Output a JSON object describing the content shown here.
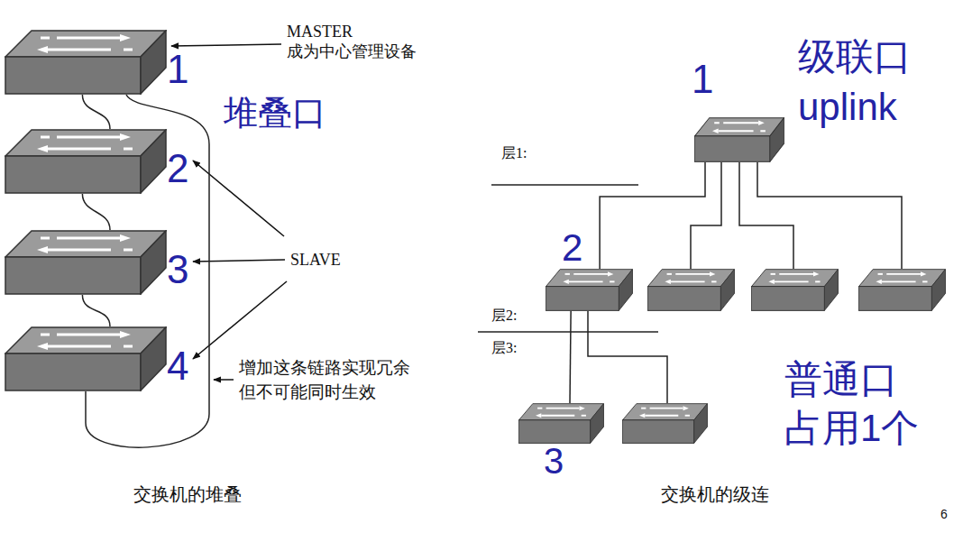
{
  "diagram": {
    "nodes": [
      {
        "text": [
          "1"
        ]
      },
      {
        "text": [
          "2"
        ]
      },
      {
        "text": [
          "3"
        ]
      },
      {
        "text": [
          "4"
        ]
      },
      {
        "text": [
          "1"
        ]
      },
      {
        "text": [
          "2"
        ]
      },
      {
        "text": [
          "3"
        ]
      }
    ],
    "edges": [
      {
        "from": 0,
        "to": 1,
        "arrow": "none"
      },
      {
        "from": 1,
        "to": 2,
        "arrow": "none"
      },
      {
        "from": 2,
        "to": 3,
        "arrow": "none"
      },
      {
        "from": 0,
        "to": 3,
        "arrow": "none"
      },
      {
        "from": 4,
        "to": 5,
        "arrow": "none"
      },
      {
        "from": 5,
        "to": 6,
        "arrow": "none"
      }
    ],
    "labels": [
      "MASTER",
      "成为中心管理设备",
      "堆叠口",
      "SLAVE",
      "增加这条链路实现冗余",
      "但不可能同时生效",
      "交换机的堆叠",
      "级联口",
      "uplink",
      "层1:",
      "层2:",
      "层3:",
      "普通口",
      "占用1个",
      "交换机的级连",
      "6"
    ]
  }
}
